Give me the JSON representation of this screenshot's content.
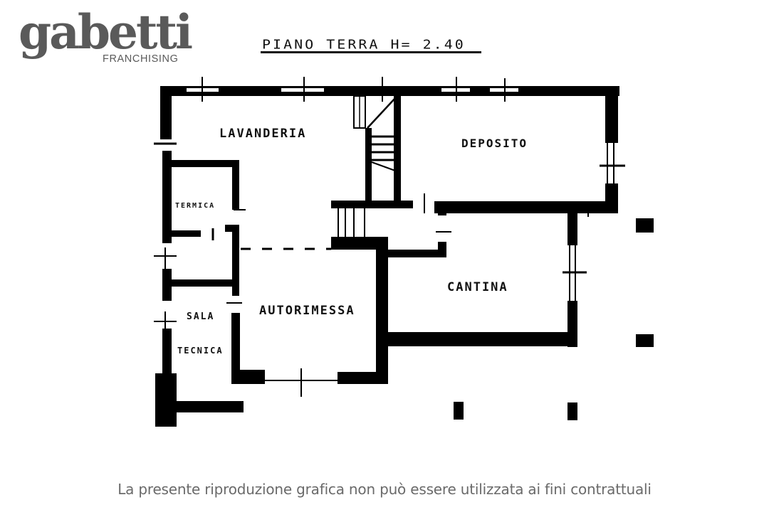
{
  "brand": {
    "wordmark": "gabetti",
    "tagline": "FRANCHISING",
    "color": "#5a5a5a"
  },
  "plan": {
    "title": "PIANO TERRA H= 2.40",
    "floor": "PIANO TERRA",
    "height_label": "H= 2.40",
    "rooms": [
      {
        "id": "lavanderia",
        "label": "LAVANDERIA"
      },
      {
        "id": "deposito",
        "label": "DEPOSITO"
      },
      {
        "id": "termica",
        "label": "TERMICA"
      },
      {
        "id": "autorimessa",
        "label": "AUTORIMESSA"
      },
      {
        "id": "cantina",
        "label": "CANTINA"
      },
      {
        "id": "sala-tecnica-1",
        "label": "SALA"
      },
      {
        "id": "sala-tecnica-2",
        "label": "TECNICA"
      }
    ],
    "wall_color": "#000000",
    "background_color": "#ffffff"
  },
  "footer": {
    "disclaimer": "La presente riproduzione grafica non può essere utilizzata ai fini contrattuali"
  }
}
